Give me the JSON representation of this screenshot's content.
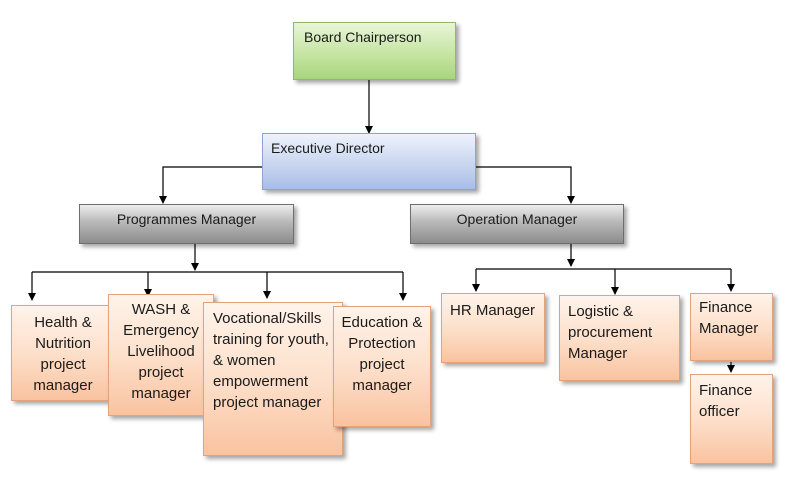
{
  "nodes": {
    "board_chairperson": "Board Chairperson",
    "executive_director": "Executive Director",
    "programmes_manager": "Programmes Manager",
    "operation_manager": "Operation Manager",
    "health_nutrition": "Health & Nutrition project manager",
    "wash_emergency": "WASH & Emergency Livelihood project manager",
    "vocational_skills": "Vocational/Skills training for youth, & women empowerment project manager",
    "education_protection": "Education & Protection project manager",
    "hr_manager": "HR Manager",
    "logistic_procurement": "Logistic & procurement Manager",
    "finance_manager": "Finance Manager",
    "finance_officer": "Finance officer"
  },
  "colors": {
    "board_fill": "#c6e5a3",
    "director_fill": "#c9d6f0",
    "manager_fill": "#b8b8b8",
    "staff_fill": "#fde0cb",
    "connector": "#000000"
  }
}
